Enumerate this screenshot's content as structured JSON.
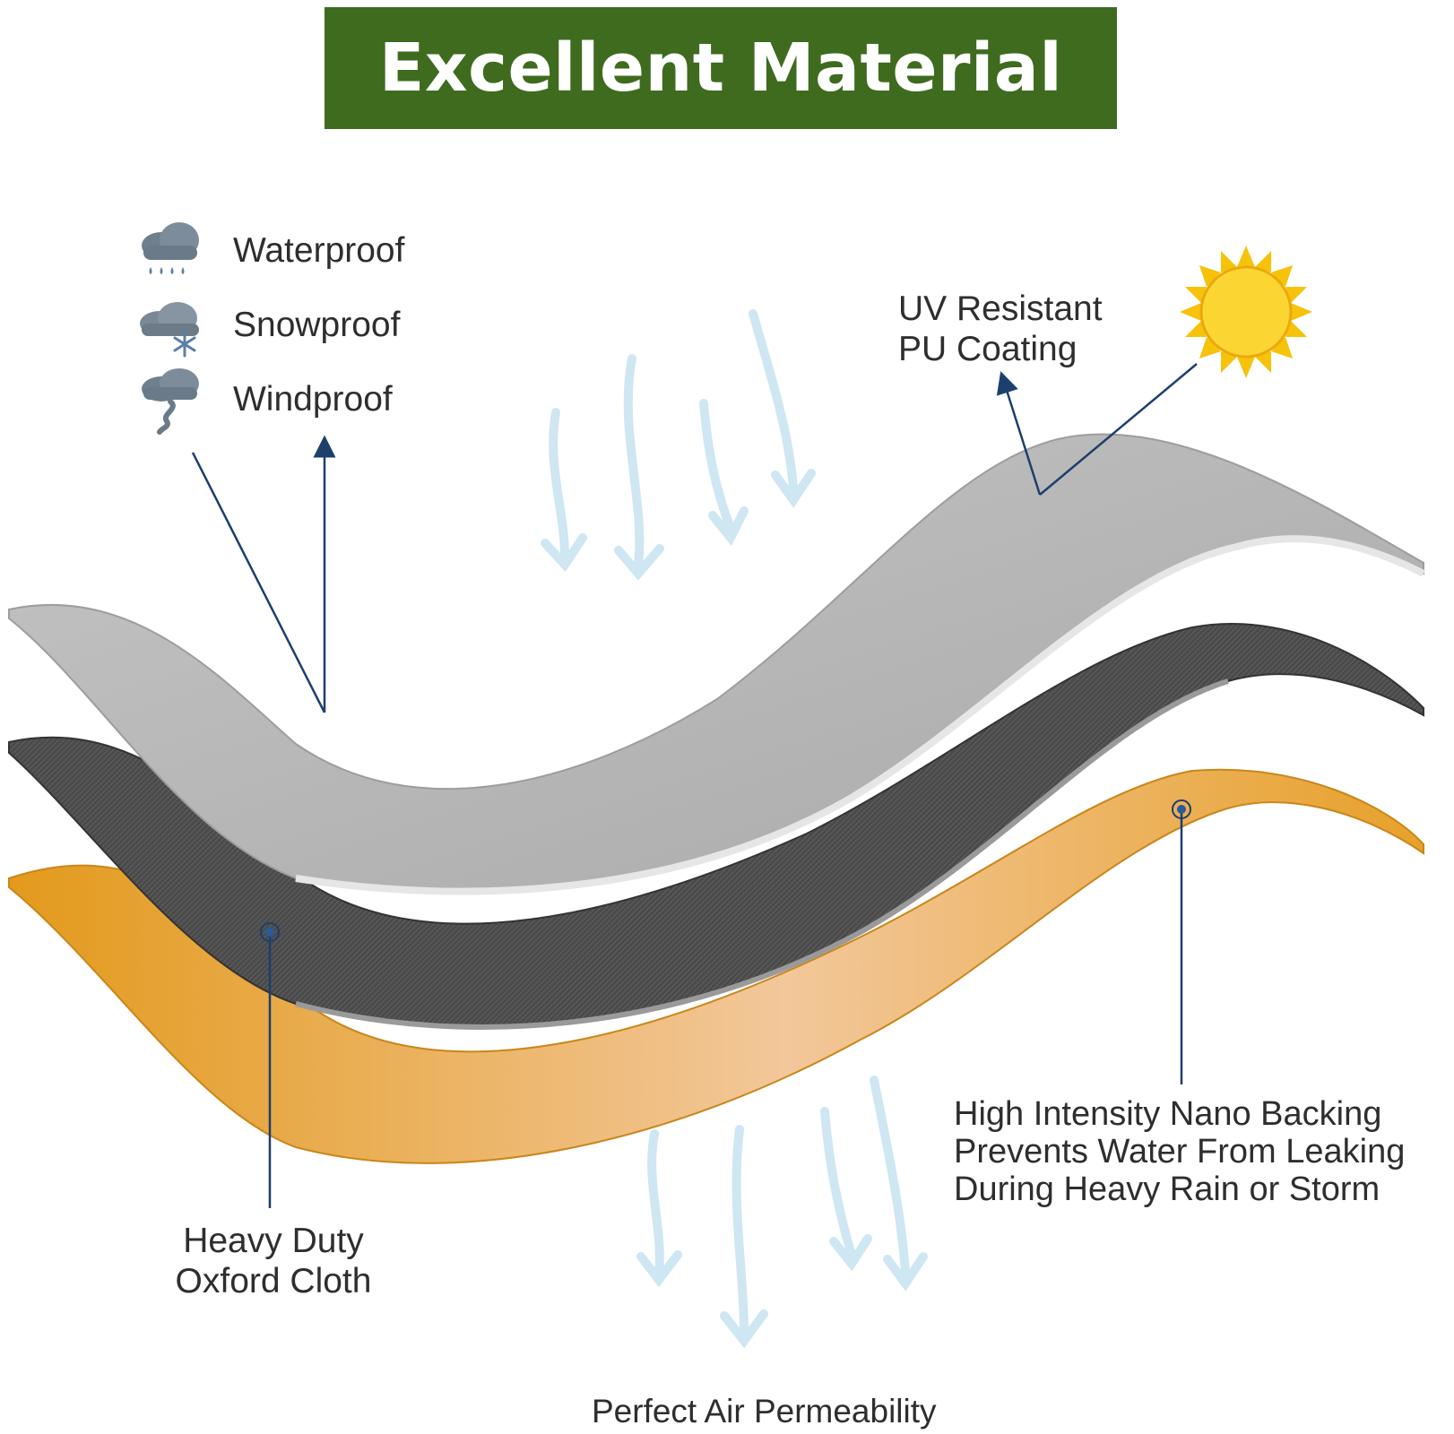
{
  "title": "Excellent Material",
  "colors": {
    "title_bg": "#3f6b1f",
    "top_layer": "#b9b9b9",
    "middle_layer": "#4f4f4f",
    "bottom_layer": "#e8a126",
    "sun": "#f7c20a",
    "callout_line": "#1d3f6e",
    "air_arrow": "#cfe6f3"
  },
  "features": [
    {
      "label": "Waterproof",
      "icon": "rain-cloud-icon"
    },
    {
      "label": "Snowproof",
      "icon": "snow-cloud-icon"
    },
    {
      "label": "Windproof",
      "icon": "wind-cloud-icon"
    }
  ],
  "callouts": {
    "uv": {
      "line1": "UV Resistant",
      "line2": "PU Coating",
      "icon": "sun-icon"
    },
    "backing": {
      "line1": "High Intensity Nano Backing",
      "line2": "Prevents Water From Leaking",
      "line3": "During Heavy Rain or Storm"
    },
    "oxford": {
      "line1": "Heavy Duty",
      "line2": "Oxford Cloth"
    },
    "air": {
      "label": "Perfect Air Permeability"
    }
  }
}
